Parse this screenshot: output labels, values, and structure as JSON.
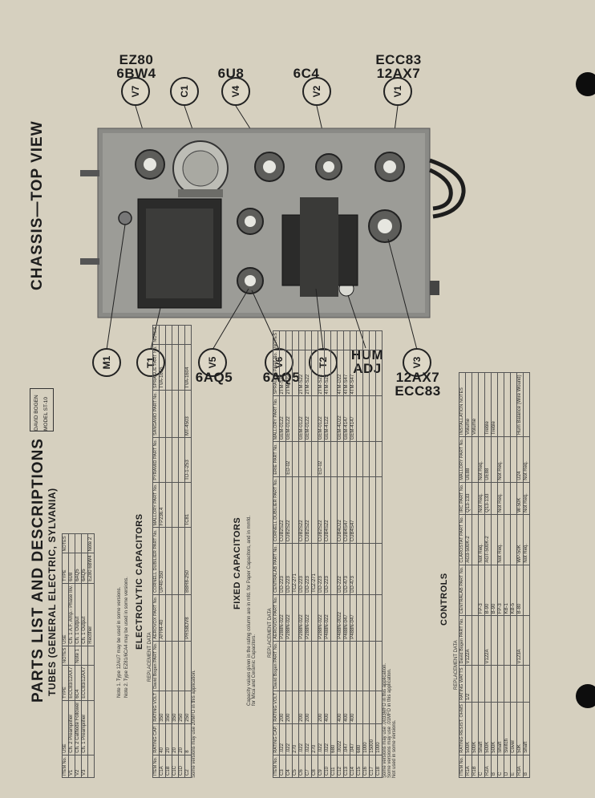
{
  "chassis": {
    "title": "CHASSIS—TOP VIEW",
    "labels_top": [
      {
        "line1": "EZ80",
        "line2": "6BW4",
        "badge": "V7"
      },
      {
        "line1": "",
        "line2": "",
        "badge": "C1"
      },
      {
        "line1": "",
        "line2": "6U8",
        "badge": "V4"
      },
      {
        "line1": "",
        "line2": "6C4",
        "badge": "V2"
      },
      {
        "line1": "ECC83",
        "line2": "12AX7",
        "badge": "V1"
      }
    ],
    "labels_bottom": [
      {
        "badge": "M1",
        "line1": "",
        "line2": ""
      },
      {
        "badge": "T1",
        "line1": "",
        "line2": ""
      },
      {
        "badge": "V5",
        "line1": "6AQ5",
        "line2": ""
      },
      {
        "badge": "V6",
        "line1": "6AQ5",
        "line2": ""
      },
      {
        "badge": "T2",
        "line1": "",
        "line2": ""
      },
      {
        "badge": "",
        "line1": "HUM",
        "line2": "ADJ"
      },
      {
        "badge": "V3",
        "line1": "12AX7",
        "line2": "ECC83"
      }
    ]
  },
  "model_box": {
    "line1": "DAVID BOGEN",
    "line2": "MODEL ST-10"
  },
  "parts": {
    "title": "PARTS LIST AND DESCRIPTIONS",
    "subtitle": "TUBES (GENERAL ELECTRIC, SYLVANIA)",
    "tubes_headers": [
      "ITEM No.",
      "USE",
      "TYPE",
      "NOTES",
      "USE",
      "TYPE",
      "NOTES"
    ],
    "tubes_rows": [
      [
        "V1",
        "Ch. 2 Preamplifier",
        "ECC83/12AX7",
        "",
        "Ch. 1 A.F. Amp.- Phase Inv.",
        "6U8",
        ""
      ],
      [
        "V2",
        "Ch. 2 Cathode Follower",
        "6C4",
        "Note 1",
        "Ch. 1 Output",
        "6AQ5",
        ""
      ],
      [
        "V3",
        "Ch. 1 Preamplifier",
        "ECC83/12AX7",
        "",
        "Ch. 1 Output",
        "6AQ5",
        ""
      ],
      [
        "",
        "",
        "",
        "",
        "Rectifier",
        "EZ80 6BW4",
        "Note 2"
      ]
    ],
    "tubes_notes": [
      "Note 1. Type 12AU7 may be used in some versions.",
      "Note 2. Type EZ81/6CA4 may be used in some versions."
    ],
    "electrolytic_title": "ELECTROLYTIC CAPACITORS",
    "replacement_data": "REPLACEMENT DATA",
    "elec_headers": [
      "ITEM No.",
      "RATING CAP.",
      "RATING VOLT",
      "David Bogen PART No.",
      "AEROVOX PART No.",
      "CORNELL DUBILIER PART No.",
      "MALLORY PART No.",
      "PYRAMID PART No.",
      "SANGAMO PART No.",
      "SPRAGUE PART No.",
      "NOTES"
    ],
    "elec_rows": [
      [
        "C1A",
        "40",
        "350",
        "",
        "AFH4-40",
        "UP40-350",
        "FP236.4",
        "",
        "",
        "TVA-1616",
        ""
      ],
      [
        "C1B",
        "20",
        "350",
        "",
        "",
        "",
        "",
        "",
        "",
        "",
        ""
      ],
      [
        "C1C",
        "20",
        "350",
        "",
        "",
        "",
        "",
        "",
        "",
        "",
        ""
      ],
      [
        "C1D",
        "20",
        "250",
        "",
        "",
        "",
        "",
        "",
        "",
        "",
        ""
      ],
      [
        "C2",
        "8",
        "250",
        "",
        "PRS8DV8",
        "BBR8-250",
        "TC81",
        "TD-1-253",
        "MT-4503",
        "TVA-1604",
        ""
      ]
    ],
    "elec_note": "Some versions may use 20MFD in this application.",
    "fixed_title": "FIXED CAPACITORS",
    "fixed_desc": "Capacity values given in the rating column are in mfd. for Paper Capacitors, and in mmfd. for Mica and Ceramic Capacitors.",
    "fixed_headers": [
      "ITEM No.",
      "RATING CAP.",
      "RATING VOLT",
      "David Bogen PART No.",
      "AEROVOX PART No.",
      "CENTRALAB PART No.",
      "CORNELL DUBILIER PART No.",
      "ERIE PART No.",
      "MALLORY PART No.",
      "SPRAGUE PART No.",
      "NOTES"
    ],
    "fixed_rows": [
      [
        "C3",
        ".022",
        "200",
        "",
        "P288N-022",
        "DD-223",
        "CUB2S22",
        "",
        "GEM-0122",
        "2TM-S22",
        ""
      ],
      [
        "C4",
        ".022",
        "200",
        "",
        "P288N-022",
        "DD-223",
        "CUB2S22",
        "ED-02",
        "GEM-0122",
        "2TM-S22",
        ""
      ],
      [
        "C5",
        "270",
        "",
        "",
        "",
        "TCZ-271",
        "",
        "",
        "",
        "",
        ""
      ],
      [
        "C6",
        ".022",
        "200",
        "",
        "P288N-022",
        "DD-223",
        "CUB2S22",
        "",
        "GEM-0122",
        "2TM-S22",
        ""
      ],
      [
        "C7",
        ".022",
        "200",
        "",
        "P288N-022",
        "DD-223",
        "CUB2S22",
        "",
        "GEM-0122",
        "2TM-S22",
        ""
      ],
      [
        "C8",
        "270",
        "",
        "",
        "",
        "TCZ-271",
        "",
        "",
        "",
        "",
        ""
      ],
      [
        "C9",
        ".022",
        "200",
        "",
        "P288N-022",
        "DD-223",
        "CUB2S22",
        "ED-02",
        "GEM-0122",
        "2TM-S22",
        ""
      ],
      [
        "C10",
        ".022",
        "400",
        "",
        "P488N-022",
        "DD-223",
        "CUB4S22",
        "",
        "GEM-4122",
        "4TM-S22",
        ""
      ],
      [
        "C11",
        "680",
        "",
        "",
        "",
        "",
        "",
        "",
        "",
        "",
        ""
      ],
      [
        "C12",
        ".0022",
        "400",
        "",
        "P488N-0022",
        "DD-222",
        "CUB4D22",
        "",
        "GEM-4D22",
        "4TM-D22",
        ""
      ],
      [
        "C13",
        ".047",
        "400",
        "",
        "P488N-047",
        "DD-473",
        "CUB4S47",
        "",
        "GEM-4147",
        "4TM-S47",
        ""
      ],
      [
        "C14",
        ".047",
        "400",
        "",
        "P488N-047",
        "DD-473",
        "CUB4S47",
        "",
        "GEM-4147",
        "4TM-S47",
        ""
      ],
      [
        "C15",
        "680",
        "",
        "",
        "",
        "",
        "",
        "",
        "",
        "",
        ""
      ],
      [
        "C16",
        "1000",
        "",
        "",
        "",
        "",
        "",
        "",
        "",
        "",
        ""
      ],
      [
        "C17",
        "15000",
        "",
        "",
        "",
        "",
        "",
        "",
        "",
        "",
        ""
      ],
      [
        "C18",
        "1000",
        "",
        "",
        "",
        "",
        "",
        "",
        "",
        "",
        ""
      ]
    ],
    "fixed_notes": [
      "Some versions may use .0033MFD in this application.",
      "Some versions may use .01MFD in this application.",
      "Not used in some versions."
    ],
    "controls_title": "CONTROLS",
    "controls_headers": [
      "ITEM No.",
      "RATING RESIST. OHMS",
      "RATING WATTS",
      "David Bogen PART No.",
      "CENTRALAB PART No.",
      "CLAROSTAT PART No.",
      "IRC PART No.",
      "MALLORY PART No.",
      "INSTALLATION NOTES"
    ],
    "controls_rows": [
      [
        "R1A",
        "500K",
        "1/2",
        "V122A",
        "",
        "AG3-500K-2",
        "Q13-133",
        "UE88",
        "Volume"
      ],
      [
        "R1B",
        "500K",
        "",
        "",
        "",
        "",
        "",
        "",
        "Volume"
      ],
      [
        "C",
        "Shaft",
        "",
        "",
        "FP-3",
        "Not Req.",
        "Not Req.",
        "Not Req.",
        ""
      ],
      [
        "R2A",
        "500K",
        "",
        "V122A",
        "B-90",
        "AGT-500K-2",
        "Q13-133",
        "UE88",
        "Treble"
      ],
      [
        "B",
        "500K",
        "",
        "",
        "B-90",
        "",
        "",
        "",
        "Treble"
      ],
      [
        "C",
        "Shaft",
        "",
        "",
        "FP-3",
        "Not Req.",
        "Not Req.",
        "Not Req.",
        ""
      ],
      [
        "D",
        "Switch",
        "",
        "",
        "KB-1",
        "",
        "",
        "",
        ""
      ],
      [
        "E",
        "Cover",
        "",
        "",
        "KB-5",
        "",
        "",
        "",
        ""
      ],
      [
        "R3A",
        "50K",
        "",
        "V123A",
        "B-80",
        "WP-50K",
        "W-50K",
        "U24",
        "Hum Balance (Wire Wound)"
      ],
      [
        "B",
        "Shaft",
        "",
        "",
        "",
        "Not Req.",
        "Not Req.",
        "Not Req.",
        ""
      ]
    ]
  }
}
